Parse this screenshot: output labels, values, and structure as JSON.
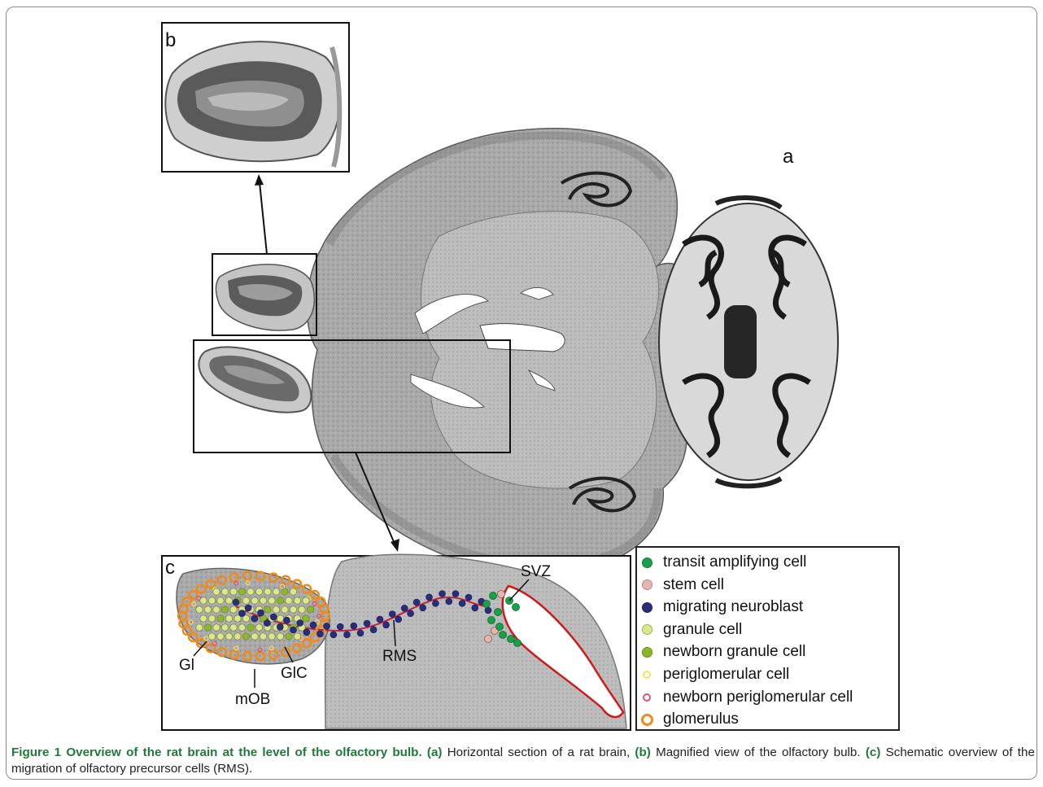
{
  "panels": {
    "a": "a",
    "b": "b",
    "c": "c"
  },
  "annotations": {
    "svz": "SVZ",
    "rms": "RMS",
    "gl": "Gl",
    "glc": "GlC",
    "mob": "mOB"
  },
  "legend": [
    {
      "label": "transit amplifying cell",
      "color": "#1aa04a",
      "shape": "filled-circle"
    },
    {
      "label": "stem cell",
      "color": "#e8b4b0",
      "shape": "filled-circle"
    },
    {
      "label": "migrating neuroblast",
      "color": "#2a2e7a",
      "shape": "filled-circle"
    },
    {
      "label": "granule cell",
      "color": "#d9e88a",
      "shape": "filled-circle"
    },
    {
      "label": "newborn granule cell",
      "color": "#8ab82a",
      "shape": "filled-circle"
    },
    {
      "label": "periglomerular cell",
      "color": "#f4e060",
      "shape": "ring-small"
    },
    {
      "label": "newborn periglomerular cell",
      "color": "#e0507a",
      "shape": "ring-small"
    },
    {
      "label": "glomerulus",
      "color": "#f08a1a",
      "shape": "ring-large"
    }
  ],
  "caption": {
    "title": "Figure 1 Overview of the rat brain at the level of the olfactory bulb.",
    "a_tag": "(a)",
    "a_text": "Horizontal section of a rat brain,",
    "b_tag": "(b)",
    "b_text": "Magnified view of the olfactory bulb.",
    "c_tag": "(c)",
    "c_text": "Schematic overview of the migration of olfactory precursor cells (RMS)."
  }
}
